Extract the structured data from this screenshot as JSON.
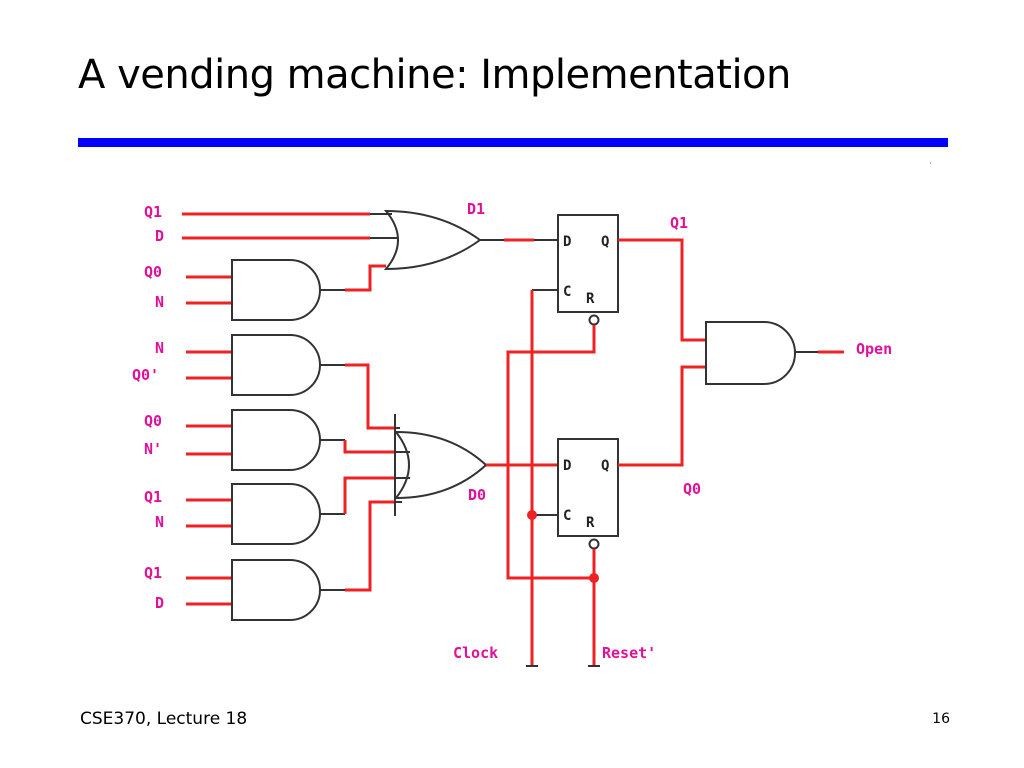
{
  "slide": {
    "title": "A vending machine: Implementation",
    "footer_left": "CSE370, Lecture 18",
    "page_number": "16",
    "accent_color": "#0000ff"
  },
  "diagram": {
    "wire_color": "#ee2222",
    "label_color": "#e0109a",
    "inputs": {
      "g1_a": "Q1",
      "g1_b": "D",
      "g2_a": "Q0",
      "g2_b": "N",
      "g3_a": "N",
      "g3_b": "Q0'",
      "g4_a": "Q0",
      "g4_b": "N'",
      "g5_a": "Q1",
      "g5_b": "N",
      "g6_a": "Q1",
      "g6_b": "D"
    },
    "nets": {
      "d1": "D1",
      "d0": "D0",
      "q1": "Q1",
      "q0": "Q0",
      "open": "Open",
      "clock": "Clock",
      "reset": "Reset'"
    },
    "flipflop_pins": {
      "d": "D",
      "q": "Q",
      "c": "C",
      "r": "R"
    }
  }
}
